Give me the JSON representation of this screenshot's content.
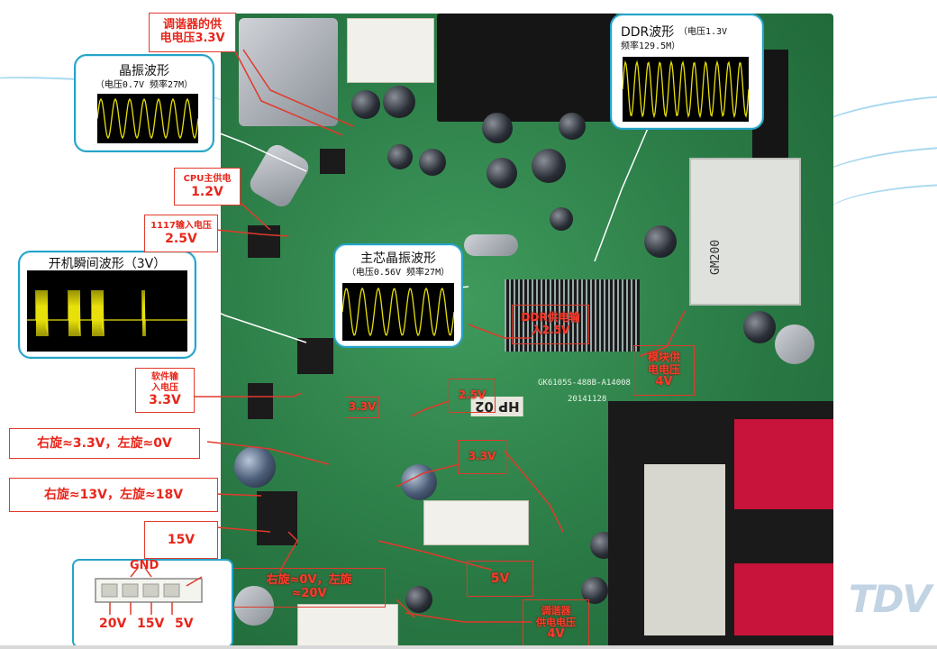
{
  "callouts": {
    "crystal": {
      "title": "晶振波形",
      "subtitle": "（电压0.7V 频率27M）"
    },
    "ddr": {
      "title": "DDR波形",
      "subtitle_line1": "（电压1.3V",
      "subtitle_line2": "频率129.5M）"
    },
    "boot": {
      "title": "开机瞬间波形（3V）"
    },
    "main_crystal": {
      "title": "主芯晶振波形",
      "subtitle": "（电压0.56V 频率27M）"
    }
  },
  "labels": {
    "tuner_supply": {
      "line1": "调谐器的供",
      "line2": "电电压3.3V"
    },
    "cpu_main": {
      "line1": "CPU主供电",
      "line2": "1.2V"
    },
    "ldo_1117_in": {
      "line1": "1117输入电压",
      "line2": "2.5V"
    },
    "ddr_supply": {
      "line1": "DDR供电输",
      "line2": "入2.5V"
    },
    "module_supply": {
      "line1": "模块供",
      "line2": "电电压",
      "line3": "4V"
    },
    "flash_supply": {
      "line1": "软件输",
      "line2": "入电压",
      "line3": "3.3V"
    },
    "mid_33v": "3.3V",
    "mid_25v": "2.5V",
    "mid_33v_b": "3.3V",
    "rot_33": "右旋≈3.3V，左旋≈0V",
    "rot_13": "右旋≈13V，左旋≈18V",
    "v15": "15V",
    "rot_0_20": {
      "line1": "右旋≈0V，左旋",
      "line2": "≈20V"
    },
    "v5": "5V",
    "bottom_supply": {
      "line1": "调谐器",
      "line2": "供电电压",
      "line3": "4V"
    }
  },
  "connector": {
    "gnd": "GND",
    "pin_20v": "20V",
    "pin_15v": "15V",
    "pin_5v": "5V"
  },
  "board": {
    "marking": "HP 02",
    "part_number": "GK6105S-488B-A14008",
    "date_code": "20141128",
    "module_label": "GM200"
  },
  "colors": {
    "callout_border": "#25a3c9",
    "label_red": "#e8261b",
    "waveform": "#e8e00a",
    "pcb": "#2a7a45"
  }
}
